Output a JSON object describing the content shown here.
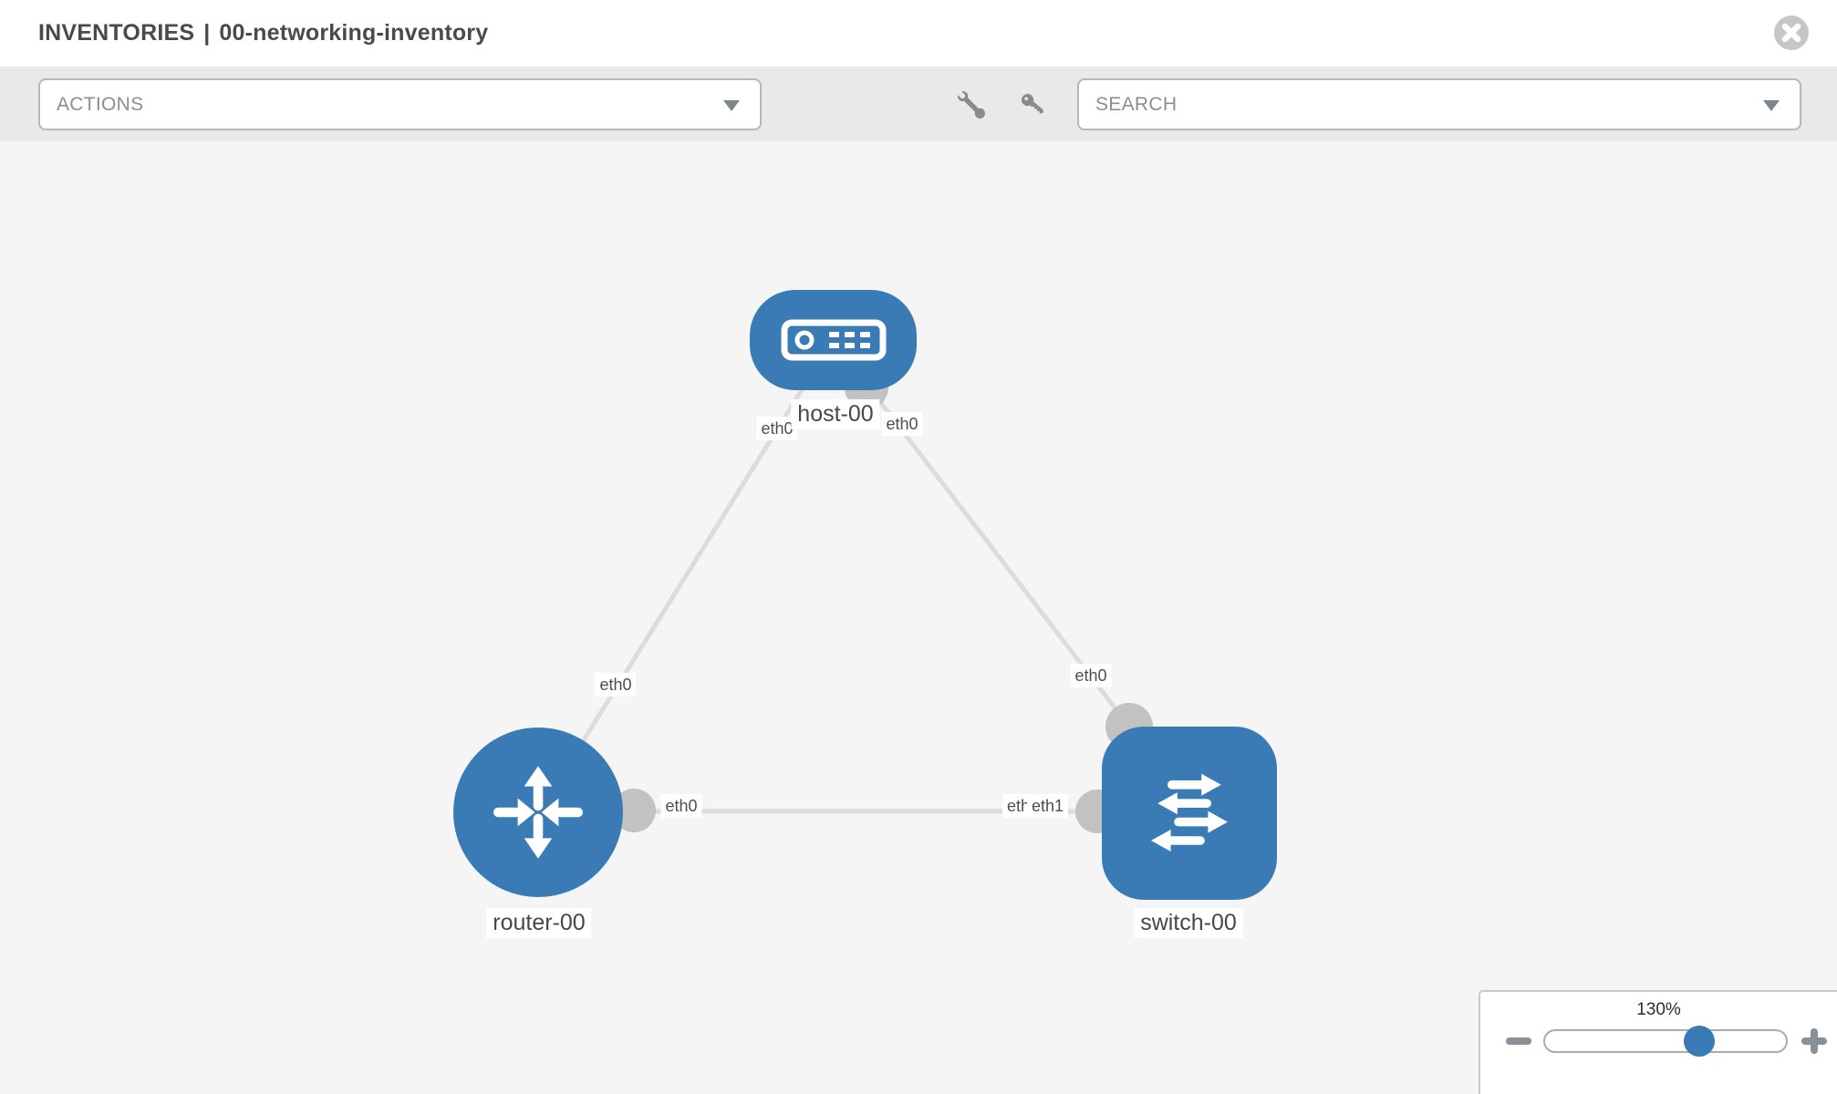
{
  "header": {
    "title_primary": "INVENTORIES",
    "title_separator": "|",
    "title_secondary": "00-networking-inventory"
  },
  "toolbar": {
    "actions_label": "ACTIONS",
    "search_label": "SEARCH"
  },
  "topology": {
    "nodes": {
      "host": {
        "label": "host-00",
        "type": "host"
      },
      "router": {
        "label": "router-00",
        "type": "router"
      },
      "switch": {
        "label": "switch-00",
        "type": "switch"
      }
    },
    "interface_labels": {
      "host_router_host_end": "eth0",
      "host_router_router_end": "eth0",
      "host_switch_host_end": "eth0",
      "host_switch_switch_end": "eth0",
      "router_switch_router_end": "eth0",
      "router_switch_switch_end_under": "eth0",
      "router_switch_switch_end": "eth1"
    }
  },
  "zoom_control": {
    "percent": "130%"
  },
  "colors": {
    "node_blue": "#3a7bb5",
    "link_gray": "#dcdcdc",
    "endpoint_gray": "#c2c2c2",
    "toolbar_gray": "#e9e9e9",
    "title_text": "#4a4a4a"
  }
}
